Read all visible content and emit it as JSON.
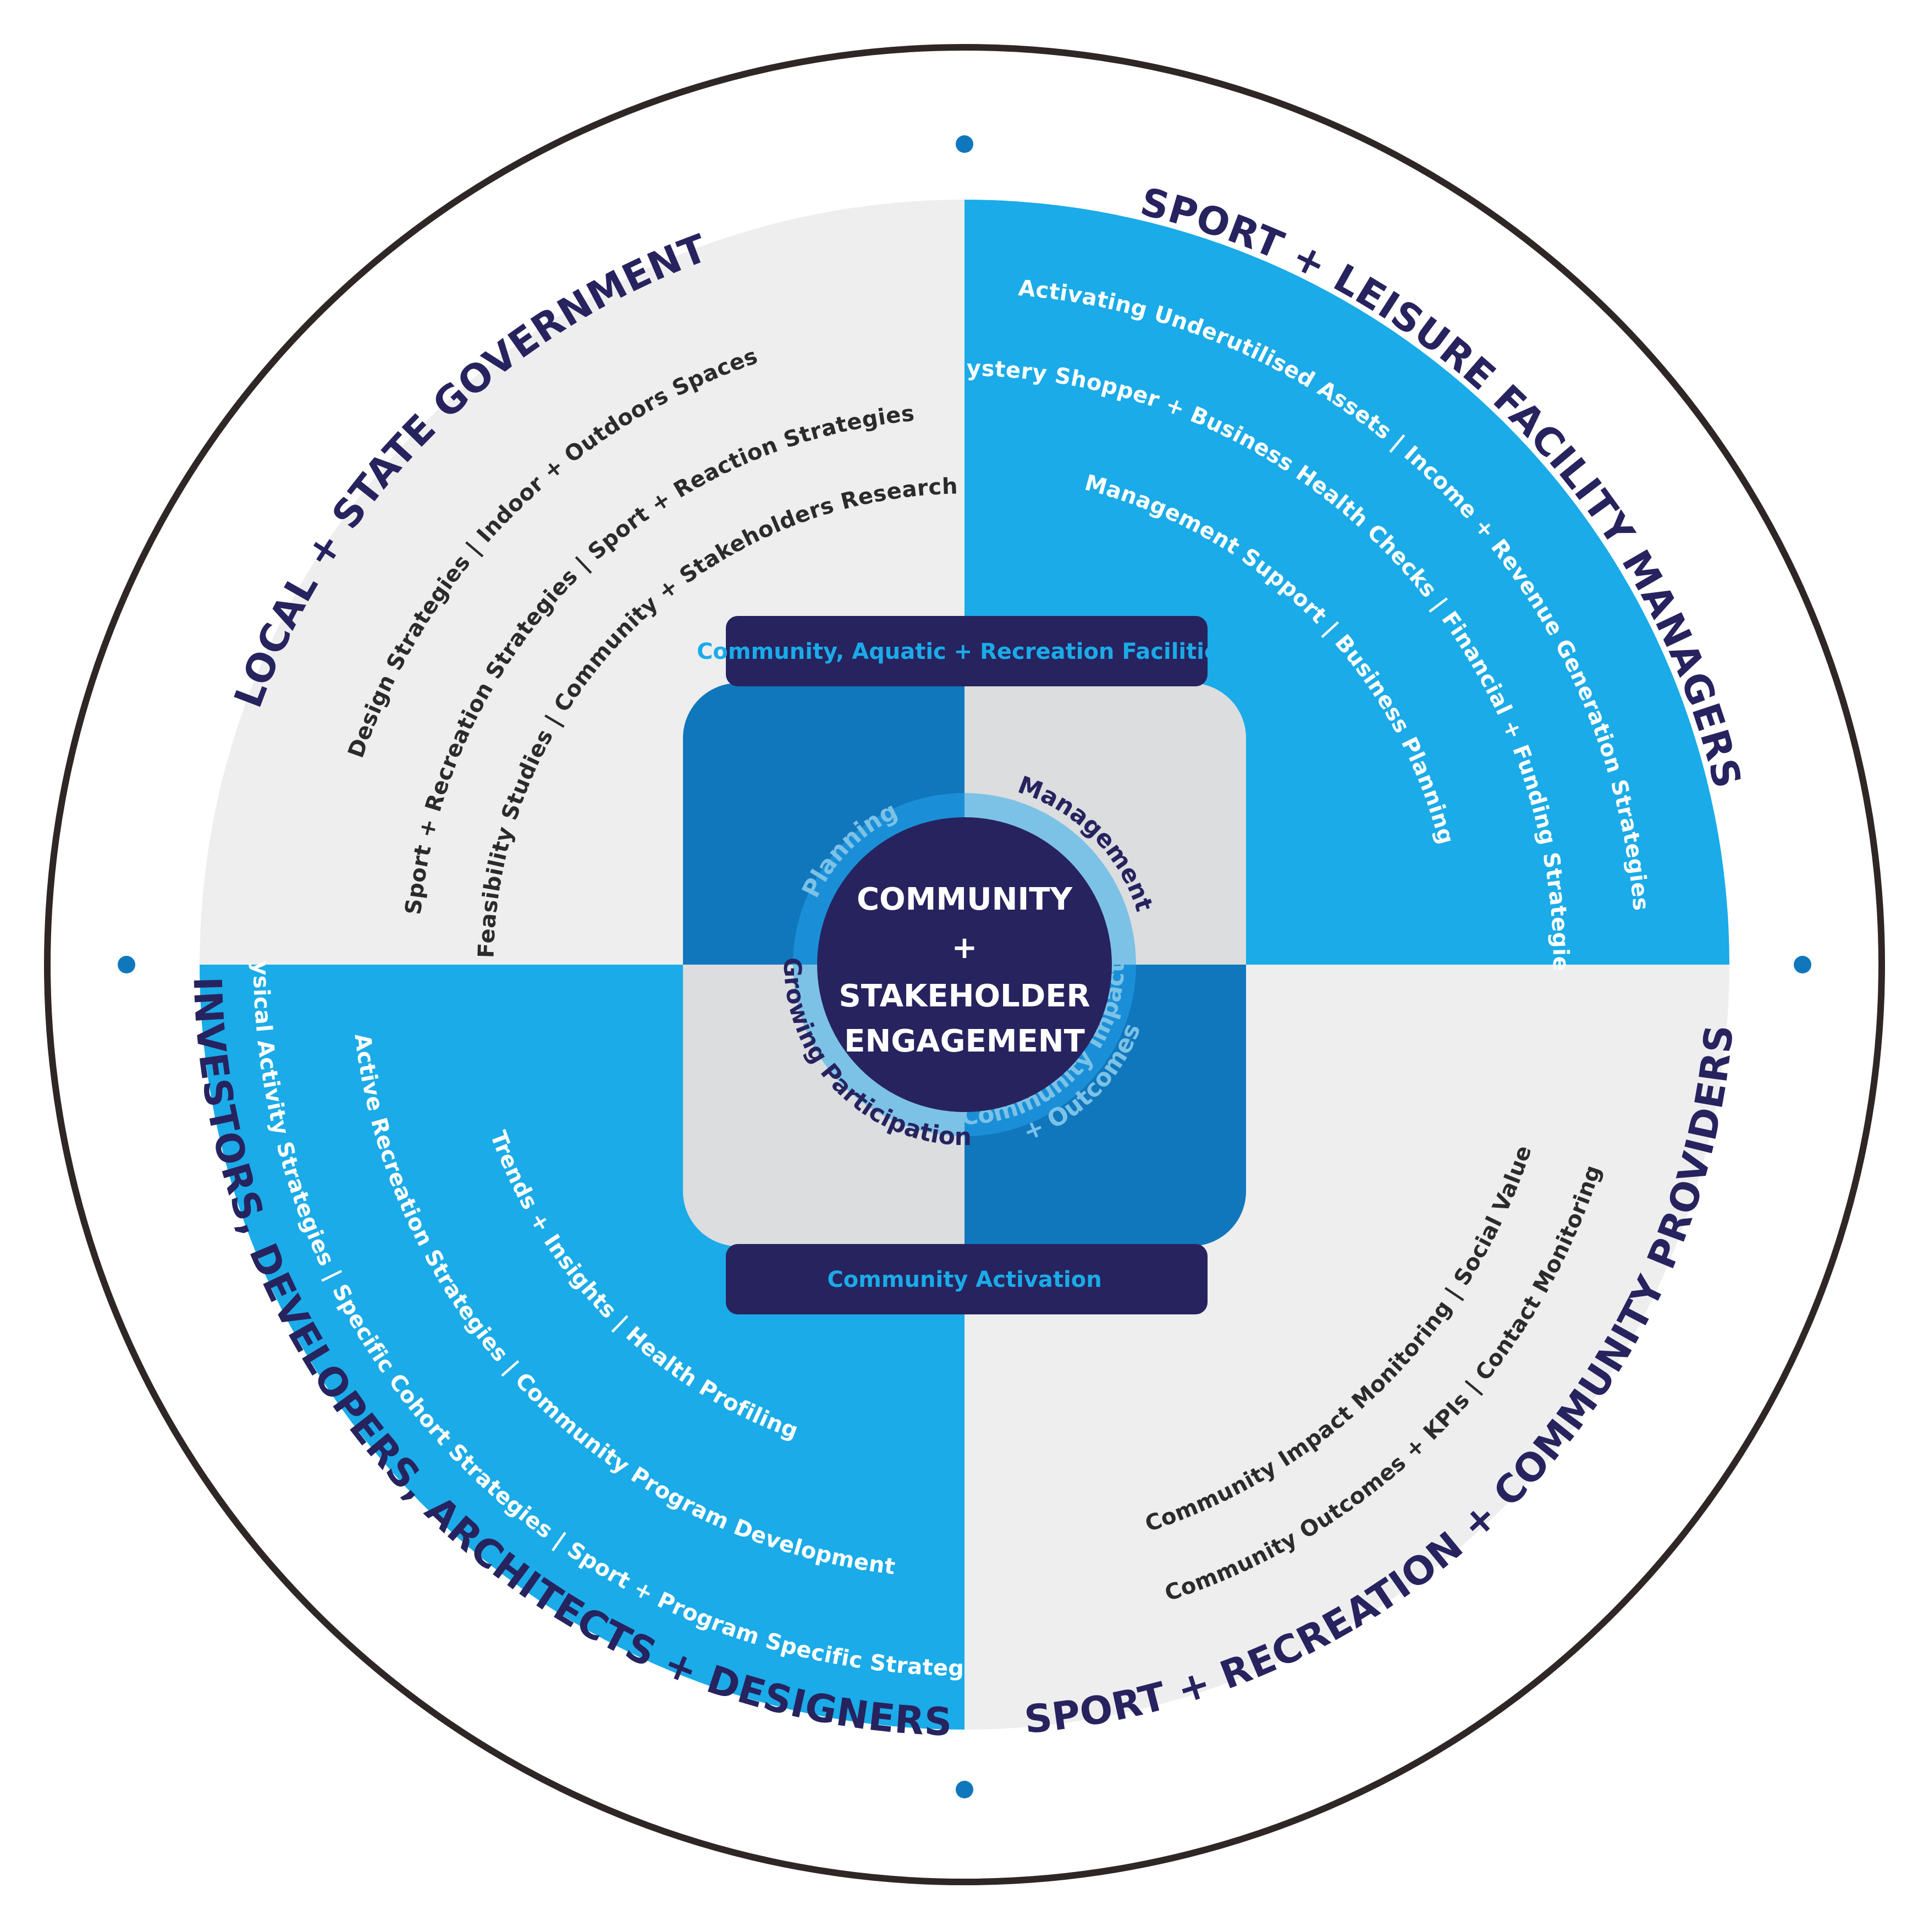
{
  "colors": {
    "navy": "#27235f",
    "sky": "#1aabe8",
    "blue": "#1077bd",
    "mid_blue": "#1a8fd8",
    "light_ring": "#7cc2e6",
    "light_grey": "#eeeeef",
    "grey": "#dcdddf",
    "dark_text": "#2b2b2b",
    "white": "#ffffff",
    "outer_ring": "#2f2626"
  },
  "outer_groups": {
    "top_left": "LOCAL + STATE GOVERNMENT",
    "top_right": "SPORT + LEISURE FACILITY MANAGERS",
    "bottom_right": "SPORT + RECREATION + COMMUNITY PROVIDERS",
    "bottom_left": "INVESTORS, DEVELOPERS, ARCHITECTS + DESIGNERS"
  },
  "sector_services": {
    "top_left": [
      "Design Strategies  |  Indoor + Outdoors Spaces",
      "Sport + Recreation Strategies  |  Sport + Reaction Strategies",
      "Feasibility Studies  |  Community + Stakeholders Research"
    ],
    "top_right": [
      "Activating Underutilised Assets  |  Income + Revenue Generation Strategies",
      "Mystery Shopper + Business Health Checks  |  Financial + Funding Strategies",
      "Management Support  |  Business Planning"
    ],
    "bottom_left": [
      "Physical Activity Strategies | Specific Cohort Strategies | Sport + Program Specific Strategies",
      "Active Recreation Strategies  |  Community Program Development",
      "Trends + Insights  |  Health Profiling"
    ],
    "bottom_right": [
      "Community Impact Monitoring  |  Social Value",
      "Community Outcomes + KPIs  |  Contact Monitoring"
    ]
  },
  "quadrants": {
    "planning": "Planning",
    "management": "Management",
    "growing_participation": "Growing Participation",
    "community_impact_line1": "Community Impact",
    "community_impact_line2": "+ Outcomes"
  },
  "bars": {
    "top": "Community, Aquatic + Recreation Facilities",
    "bottom": "Community Activation"
  },
  "hub": {
    "line1": "COMMUNITY",
    "line2": "+",
    "line3": "STAKEHOLDER",
    "line4": "ENGAGEMENT"
  }
}
